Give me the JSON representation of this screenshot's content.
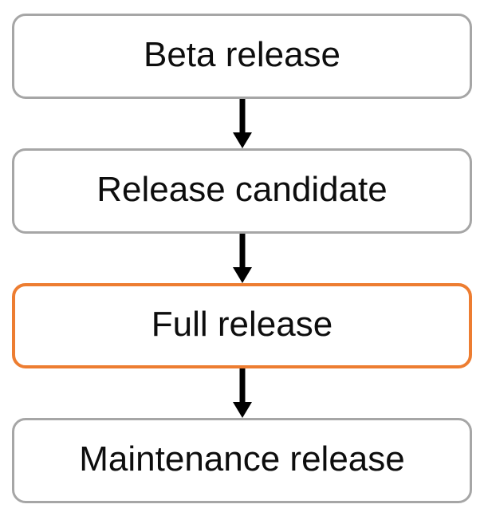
{
  "diagram": {
    "type": "flowchart",
    "direction": "top-down",
    "nodes": [
      {
        "id": "beta-release",
        "label": "Beta release",
        "highlighted": false
      },
      {
        "id": "release-candidate",
        "label": "Release candidate",
        "highlighted": false
      },
      {
        "id": "full-release",
        "label": "Full release",
        "highlighted": true
      },
      {
        "id": "maintenance-release",
        "label": "Maintenance release",
        "highlighted": false
      }
    ],
    "edges": [
      {
        "from": "Beta release",
        "to": "Release candidate"
      },
      {
        "from": "Release candidate",
        "to": "Full release"
      },
      {
        "from": "Full release",
        "to": "Maintenance release"
      }
    ],
    "colors": {
      "default_border": "#a6a6a6",
      "highlight_border": "#ed7d31",
      "arrow": "#000000",
      "text": "#0d0d0d",
      "background": "#ffffff"
    }
  }
}
